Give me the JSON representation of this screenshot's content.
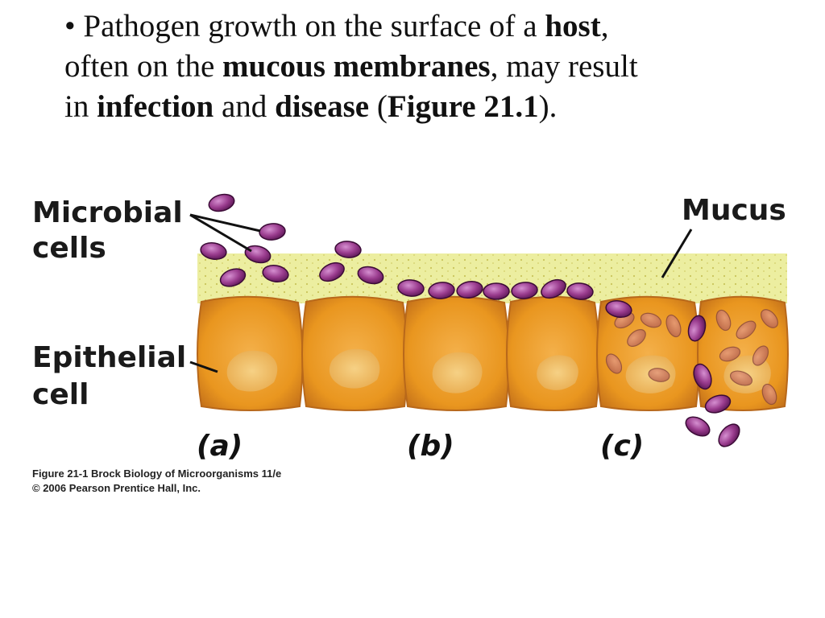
{
  "slide": {
    "bullet": {
      "marker": "•",
      "t1": " Pathogen growth on the surface of a ",
      "b1": "host",
      "t2": ",",
      "t3": "often on the ",
      "b2": "mucous membranes",
      "t4": ", may result",
      "t5": "in ",
      "b3": "infection",
      "t6": " and ",
      "b4": "disease",
      "t7": " (",
      "b5": "Figure 21.1",
      "t8": ")."
    }
  },
  "figure": {
    "labels": {
      "microbial_1": "Microbial",
      "microbial_2": "cells",
      "mucus": "Mucus",
      "epithelial_1": "Epithelial",
      "epithelial_2": "cell"
    },
    "panels": [
      "(a)",
      "(b)",
      "(c)"
    ],
    "credit_1": "Figure 21-1  Brock Biology of Microorganisms 11/e",
    "credit_2": "© 2006 Pearson Prentice Hall, Inc.",
    "colors": {
      "mucus": "#e9ec9a",
      "cell_body": "#e9961f",
      "cell_edge": "#c0701a",
      "nucleus": "#eeb45a",
      "microbe": "#8a2f7c",
      "microbe_rim": "#3b0b36",
      "microbe_inside": "#c47a68"
    }
  }
}
